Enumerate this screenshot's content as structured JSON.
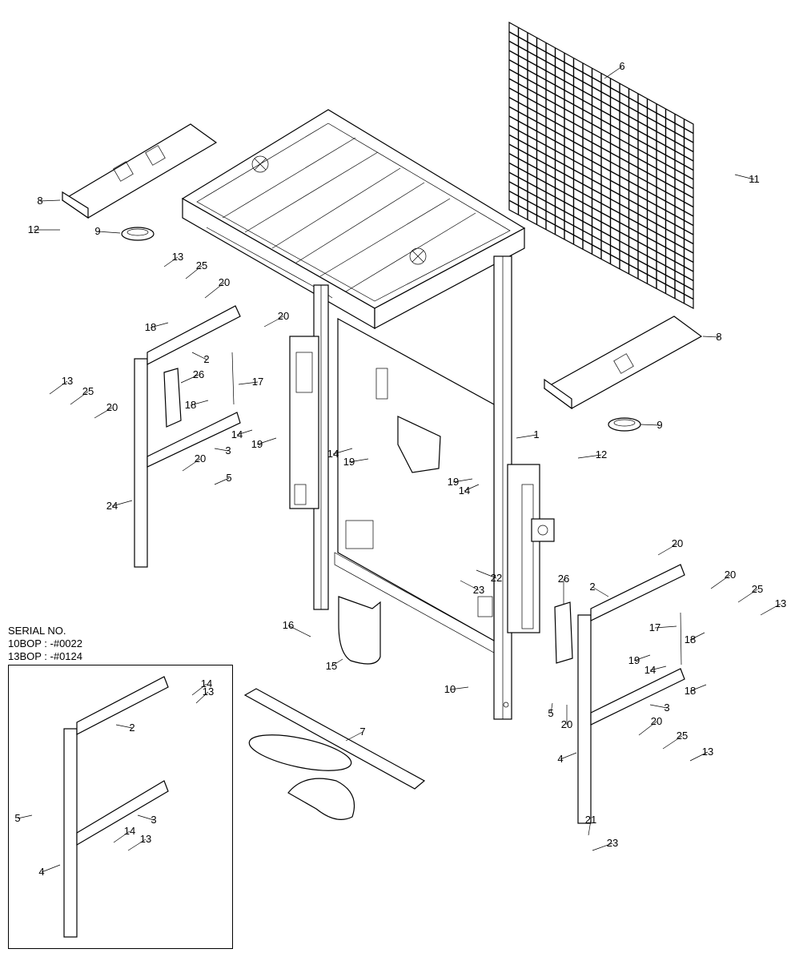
{
  "serial": {
    "heading": "SERIAL NO.",
    "lines": [
      "10BOP : -#0022",
      "13BOP : -#0124"
    ]
  },
  "callouts": [
    {
      "id": "c1",
      "label": "1"
    },
    {
      "id": "c2a",
      "label": "2"
    },
    {
      "id": "c2b",
      "label": "2"
    },
    {
      "id": "c2c",
      "label": "2"
    },
    {
      "id": "c3a",
      "label": "3"
    },
    {
      "id": "c3b",
      "label": "3"
    },
    {
      "id": "c3c",
      "label": "3"
    },
    {
      "id": "c4a",
      "label": "4"
    },
    {
      "id": "c4b",
      "label": "4"
    },
    {
      "id": "c5a",
      "label": "5"
    },
    {
      "id": "c5b",
      "label": "5"
    },
    {
      "id": "c5c",
      "label": "5"
    },
    {
      "id": "c6",
      "label": "6"
    },
    {
      "id": "c7",
      "label": "7"
    },
    {
      "id": "c8a",
      "label": "8"
    },
    {
      "id": "c8b",
      "label": "8"
    },
    {
      "id": "c9a",
      "label": "9"
    },
    {
      "id": "c9b",
      "label": "9"
    },
    {
      "id": "c10",
      "label": "10"
    },
    {
      "id": "c11",
      "label": "11"
    },
    {
      "id": "c12a",
      "label": "12"
    },
    {
      "id": "c12b",
      "label": "12"
    },
    {
      "id": "c13a",
      "label": "13"
    },
    {
      "id": "c13b",
      "label": "13"
    },
    {
      "id": "c13c",
      "label": "13"
    },
    {
      "id": "c13d",
      "label": "13"
    },
    {
      "id": "c13e",
      "label": "13"
    },
    {
      "id": "c13f",
      "label": "13"
    },
    {
      "id": "c14a",
      "label": "14"
    },
    {
      "id": "c14b",
      "label": "14"
    },
    {
      "id": "c14c",
      "label": "14"
    },
    {
      "id": "c14d",
      "label": "14"
    },
    {
      "id": "c14e",
      "label": "14"
    },
    {
      "id": "c14f",
      "label": "14"
    },
    {
      "id": "c15",
      "label": "15"
    },
    {
      "id": "c16",
      "label": "16"
    },
    {
      "id": "c17a",
      "label": "17"
    },
    {
      "id": "c17b",
      "label": "17"
    },
    {
      "id": "c18a",
      "label": "18"
    },
    {
      "id": "c18b",
      "label": "18"
    },
    {
      "id": "c18c",
      "label": "18"
    },
    {
      "id": "c18d",
      "label": "18"
    },
    {
      "id": "c19a",
      "label": "19"
    },
    {
      "id": "c19b",
      "label": "19"
    },
    {
      "id": "c19c",
      "label": "19"
    },
    {
      "id": "c19d",
      "label": "19"
    },
    {
      "id": "c20a",
      "label": "20"
    },
    {
      "id": "c20b",
      "label": "20"
    },
    {
      "id": "c20c",
      "label": "20"
    },
    {
      "id": "c20d",
      "label": "20"
    },
    {
      "id": "c20e",
      "label": "20"
    },
    {
      "id": "c20f",
      "label": "20"
    },
    {
      "id": "c20g",
      "label": "20"
    },
    {
      "id": "c20h",
      "label": "20"
    },
    {
      "id": "c21",
      "label": "21"
    },
    {
      "id": "c22",
      "label": "22"
    },
    {
      "id": "c23a",
      "label": "23"
    },
    {
      "id": "c23b",
      "label": "23"
    },
    {
      "id": "c24",
      "label": "24"
    },
    {
      "id": "c25a",
      "label": "25"
    },
    {
      "id": "c25b",
      "label": "25"
    },
    {
      "id": "c25c",
      "label": "25"
    },
    {
      "id": "c25d",
      "label": "25"
    },
    {
      "id": "c26a",
      "label": "26"
    },
    {
      "id": "c26b",
      "label": "26"
    }
  ]
}
